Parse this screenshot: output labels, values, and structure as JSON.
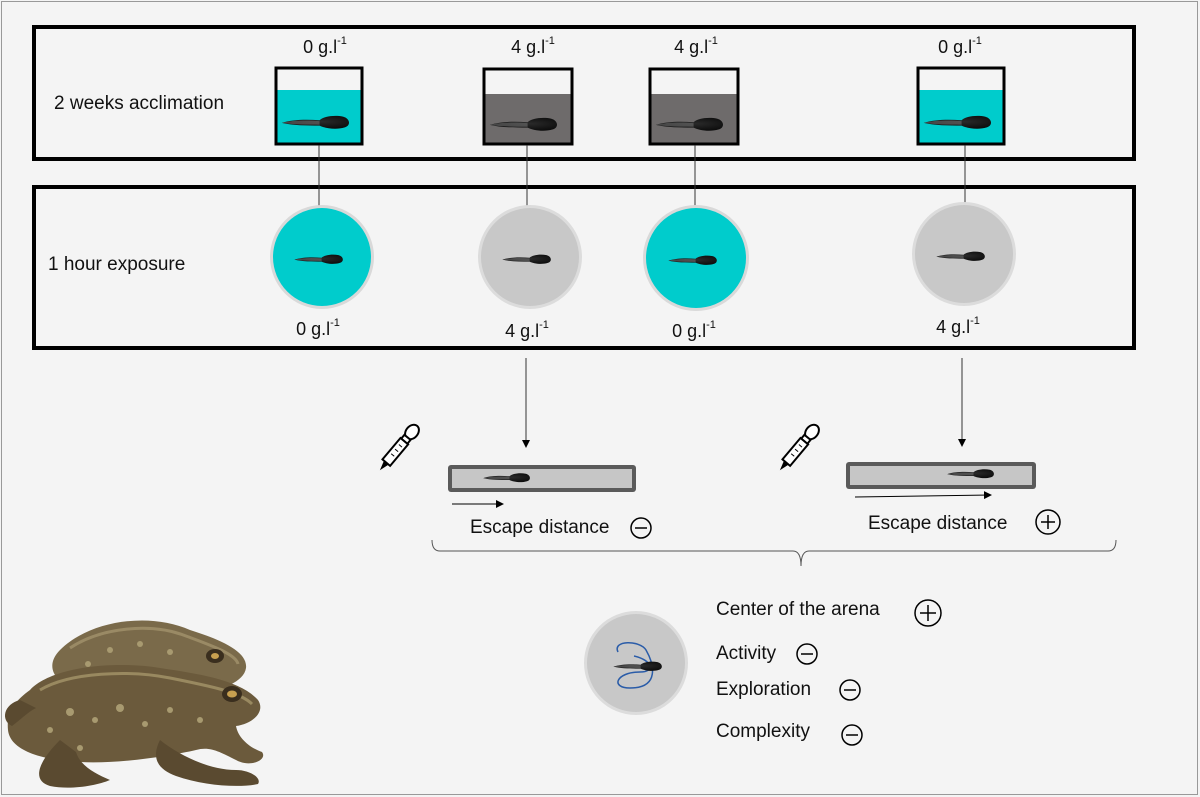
{
  "stages": {
    "acclimation_label": "2 weeks acclimation",
    "exposure_label": "1 hour exposure"
  },
  "acclimation": [
    {
      "conc": "0 g.l",
      "exp": "-1",
      "water": "clear"
    },
    {
      "conc": "4 g.l",
      "exp": "-1",
      "water": "salt"
    },
    {
      "conc": "4 g.l",
      "exp": "-1",
      "water": "salt"
    },
    {
      "conc": "0 g.l",
      "exp": "-1",
      "water": "clear"
    }
  ],
  "exposure": [
    {
      "conc": "0 g.l",
      "exp": "-1",
      "water": "clear"
    },
    {
      "conc": "4 g.l",
      "exp": "-1",
      "water": "salt"
    },
    {
      "conc": "0 g.l",
      "exp": "-1",
      "water": "clear"
    },
    {
      "conc": "4 g.l",
      "exp": "-1",
      "water": "salt"
    }
  ],
  "escape": [
    {
      "label": "Escape distance",
      "sign": "minus"
    },
    {
      "label": "Escape distance",
      "sign": "plus"
    }
  ],
  "arena_results": [
    {
      "label": "Center of the arena",
      "sign": "plus"
    },
    {
      "label": "Activity",
      "sign": "minus"
    },
    {
      "label": "Exploration",
      "sign": "minus"
    },
    {
      "label": "Complexity",
      "sign": "minus"
    }
  ],
  "colors": {
    "clear_water": "#00cccc",
    "salt_water": "#6e6b6b",
    "dish_grey": "#c8c8c8",
    "frame": "#000000"
  },
  "icons": [
    "tadpole-icon",
    "pipette-icon",
    "toad-illustration",
    "plus-sign-icon",
    "minus-sign-icon"
  ]
}
